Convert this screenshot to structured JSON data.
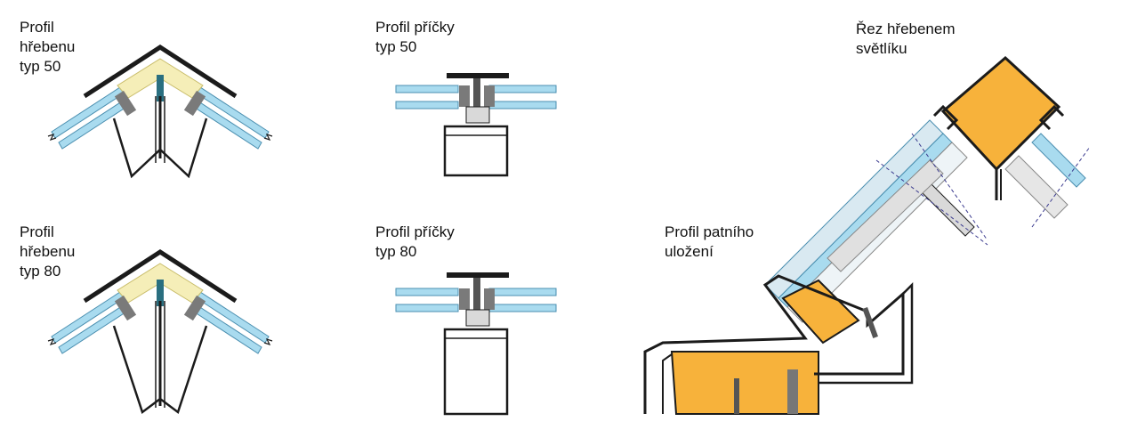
{
  "labels": {
    "ridge50": "Profil\nhřebenu\ntyp 50",
    "ridge80": "Profil\nhřebenu\ntyp 80",
    "bar50": "Profil příčky\ntyp 50",
    "bar80": "Profil příčky\ntyp 80",
    "section": "Řez hřebenem\nsvětlíku",
    "base": "Profil patního\nuložení"
  },
  "colors": {
    "glass": "#a9dbef",
    "glass_edge": "#4b8fb0",
    "insulation_light": "#f5eeb8",
    "insulation_orange": "#f7b23b",
    "metal": "#1b1b1b",
    "gasket": "#7a7a7a",
    "profile_grey": "#d9d9d9"
  }
}
